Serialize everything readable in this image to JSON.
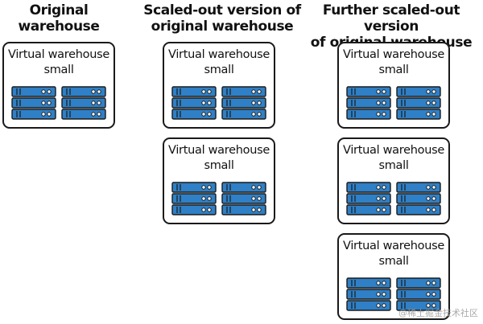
{
  "columns": [
    {
      "title": "Original\nwarehouse",
      "warehouses": [
        {
          "label": "Virtual warehouse\nsmall",
          "racks": 2,
          "units_per_rack": 3
        }
      ]
    },
    {
      "title": "Scaled-out version of\noriginal warehouse",
      "warehouses": [
        {
          "label": "Virtual warehouse\nsmall",
          "racks": 2,
          "units_per_rack": 3
        },
        {
          "label": "Virtual warehouse\nsmall",
          "racks": 2,
          "units_per_rack": 3
        }
      ]
    },
    {
      "title": "Further scaled-out version\nof original warehouse",
      "warehouses": [
        {
          "label": "Virtual warehouse\nsmall",
          "racks": 2,
          "units_per_rack": 3
        },
        {
          "label": "Virtual warehouse\nsmall",
          "racks": 2,
          "units_per_rack": 3
        },
        {
          "label": "Virtual warehouse\nsmall",
          "racks": 2,
          "units_per_rack": 3
        }
      ]
    }
  ],
  "watermark": "@稀土掘金技术社区",
  "colors": {
    "server_fill": "#2f80c6",
    "server_stroke": "#1a1a1a",
    "box_border": "#1a1a1a"
  },
  "icons": {
    "server": "server-rack-icon"
  }
}
